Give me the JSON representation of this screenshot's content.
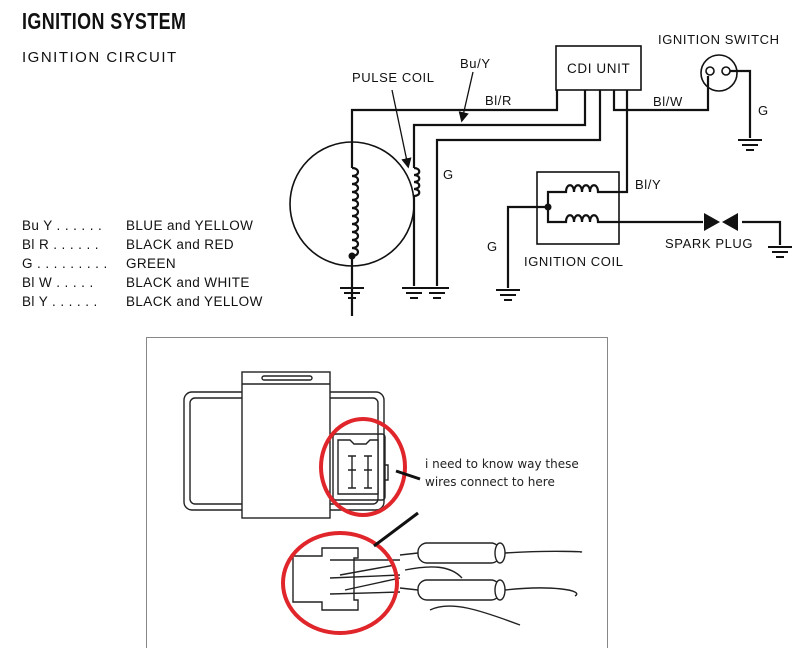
{
  "header": {
    "title": "IGNITION SYSTEM",
    "subtitle": "IGNITION CIRCUIT"
  },
  "legend": [
    {
      "code": "Bu Y . . . . . .",
      "meaning": "BLUE and YELLOW"
    },
    {
      "code": "Bl R . . . . . .",
      "meaning": "BLACK and RED"
    },
    {
      "code": "G . . . . . . . . .",
      "meaning": "GREEN"
    },
    {
      "code": "Bl W . . . . .",
      "meaning": "BLACK and WHITE"
    },
    {
      "code": "Bl Y . . . . . .",
      "meaning": "BLACK and YELLOW"
    }
  ],
  "components": {
    "pulse_coil": "PULSE COIL",
    "cdi_unit": "CDI UNIT",
    "ignition_switch": "IGNITION  SWITCH",
    "ignition_coil": "IGNITION COIL",
    "spark_plug": "SPARK PLUG"
  },
  "wire_labels": {
    "bu_y": "Bu/Y",
    "bl_r": "Bl/R",
    "bl_w": "Bl/W",
    "bl_y": "Bl/Y",
    "g_pulse": "G",
    "g_switch": "G",
    "g_coil": "G"
  },
  "annotation": {
    "note": "i need to know way these wires connect to here",
    "highlight_color": "#e0262b"
  }
}
